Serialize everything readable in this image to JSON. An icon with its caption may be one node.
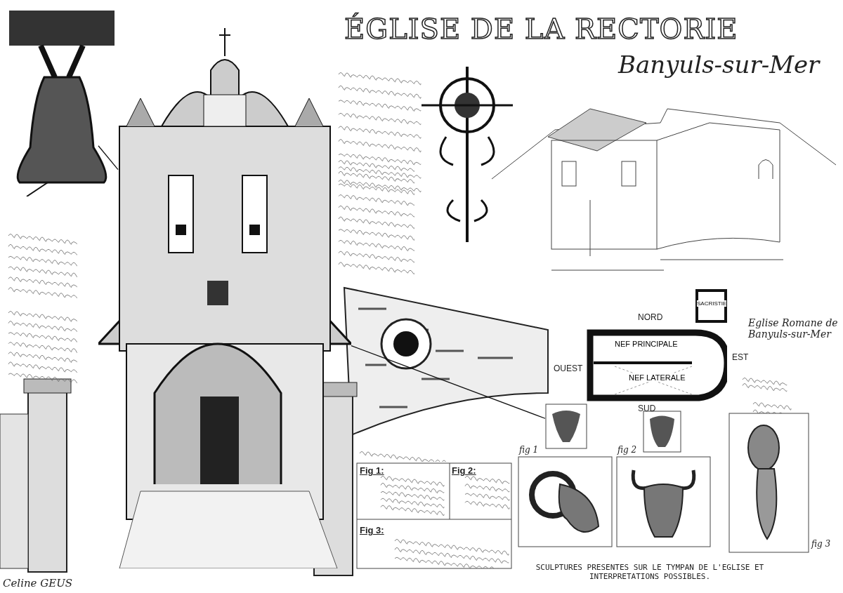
{
  "diagram": {
    "title": "ÉGLISE DE LA RECTORIE",
    "nodes": [
      {
        "text": [],
        "shape": "picture"
      },
      {
        "text": [],
        "shape": "picture"
      },
      {
        "text": [],
        "shape": "picture"
      },
      {
        "text": [],
        "shape": "picture"
      },
      {
        "text": [
          "NEF PRINCIPALE",
          "NEF LATERALE"
        ]
      },
      {
        "text": [
          "SACRISTIE"
        ]
      },
      {
        "text": [],
        "shape": "picture"
      },
      {
        "text": [],
        "shape": "picture"
      },
      {
        "text": [],
        "shape": "picture",
        "beside": [
          "fig 1"
        ]
      },
      {
        "text": [],
        "shape": "picture",
        "beside": [
          "fig 2"
        ]
      },
      {
        "text": [],
        "shape": "picture",
        "beside": [
          "fig 3"
        ]
      }
    ],
    "edges": [
      {
        "from": 0,
        "to": 1,
        "arrow": "none"
      },
      {
        "from": 1,
        "to": 6,
        "arrow": "none"
      }
    ],
    "labels": [
      "Banyuls-sur-Mer",
      "NORD",
      "OUEST",
      "EST",
      "SUD",
      "Eglise Romane de Banyuls-sur-Mer",
      "Fig 1:",
      "Fig 2:",
      "Fig 3:",
      "SCULPTURES PRESENTES SUR LE TYMPAN DE L'EGLISE ET INTERPRETATIONS POSSIBLES.",
      "Celine GEUS"
    ]
  }
}
